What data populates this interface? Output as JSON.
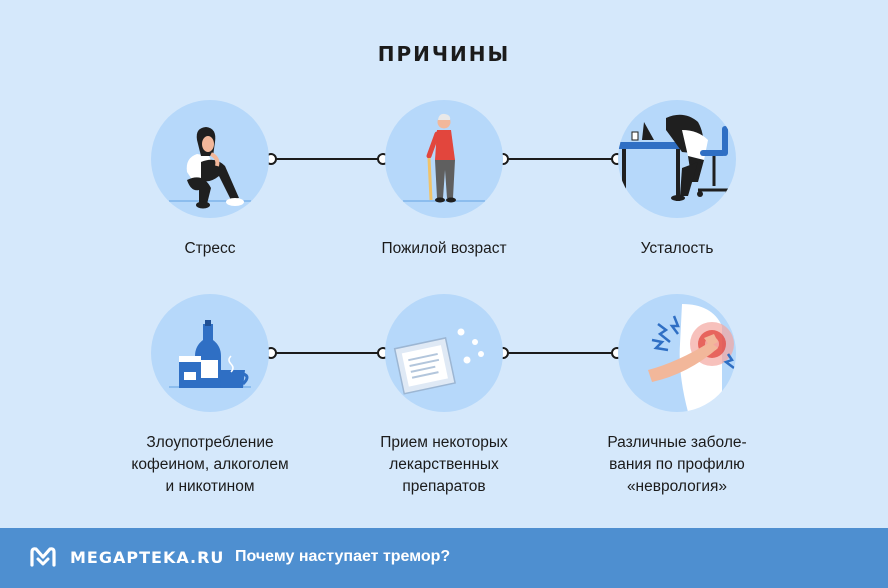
{
  "title": "ПРИЧИНЫ",
  "causes": [
    {
      "label_lines": [
        "Стресс"
      ],
      "icon": "stressed-person-icon"
    },
    {
      "label_lines": [
        "Пожилой возраст"
      ],
      "icon": "elderly-man-icon"
    },
    {
      "label_lines": [
        "Усталость"
      ],
      "icon": "tired-person-at-desk-icon"
    },
    {
      "label_lines": [
        "Злоупотребление",
        "кофеином, алкоголем",
        "и никотином"
      ],
      "icon": "bottle-cigarettes-coffee-icon"
    },
    {
      "label_lines": [
        "Прием некоторых",
        "лекарственных",
        "препаратов"
      ],
      "icon": "medicine-pills-icon"
    },
    {
      "label_lines": [
        "Различные заболе-",
        "вания по профилю",
        "«неврология»"
      ],
      "icon": "nerve-pain-icon"
    }
  ],
  "footer": {
    "brand": "MEGAPTEKA.RU",
    "question": "Почему наступает тремор?"
  },
  "colors": {
    "background": "#d5e8fb",
    "circle": "#b6d8fa",
    "footer": "#4e8fd0",
    "accent_blue": "#2f6fc4",
    "accent_red": "#e2463d"
  }
}
